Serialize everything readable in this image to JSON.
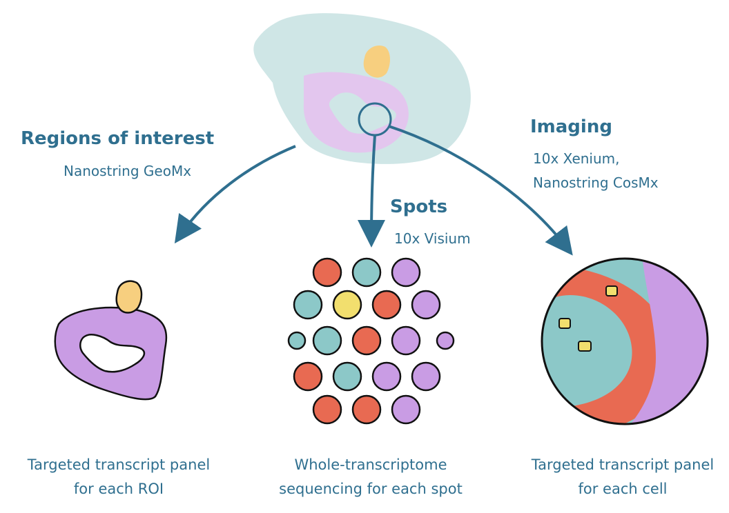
{
  "colors": {
    "accent": "#2f6f8f",
    "tissue": "#cfe6e6",
    "purple": "#cfa6e8",
    "purple_light": "#e3c6ee",
    "yellow": "#f7cf7f",
    "teal_cell": "#8cc8c8",
    "red_cell": "#e86a52",
    "bright_yellow": "#f2df6e",
    "body_text": "#2f6f8f"
  },
  "methods": {
    "roi": {
      "title": "Regions of interest",
      "platform": "Nanostring GeoMx"
    },
    "spots": {
      "title": "Spots",
      "platform": "10x Visium"
    },
    "imaging": {
      "title": "Imaging",
      "platform_line1": "10x Xenium,",
      "platform_line2": "Nanostring CosMx"
    }
  },
  "outputs": {
    "roi": {
      "line1": "Targeted transcript panel",
      "line2": "for each ROI"
    },
    "spots": {
      "line1": "Whole-transcriptome",
      "line2": "sequencing for each spot"
    },
    "imaging": {
      "line1": "Targeted transcript panel",
      "line2": "for each cell"
    }
  }
}
